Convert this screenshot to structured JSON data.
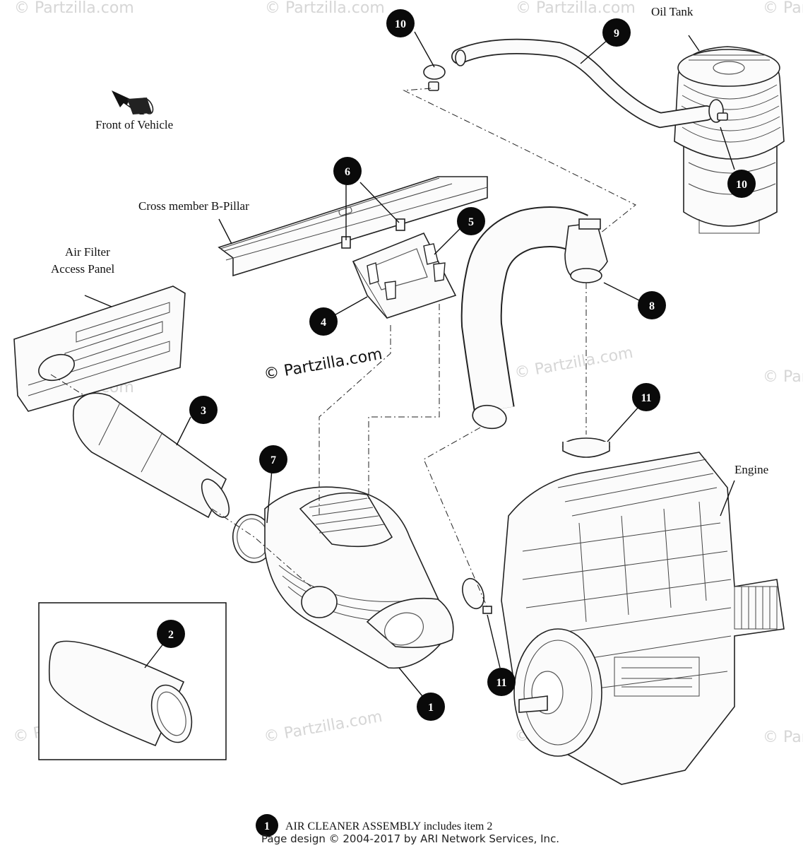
{
  "labels": {
    "oil_tank": "Oil Tank",
    "front_of_vehicle": "Front of Vehicle",
    "cross_member": "Cross member B-Pillar",
    "air_filter_line1": "Air Filter",
    "air_filter_line2": "Access Panel",
    "engine": "Engine"
  },
  "callouts": {
    "c1": "1",
    "c2": "2",
    "c3": "3",
    "c4": "4",
    "c5": "5",
    "c6": "6",
    "c7": "7",
    "c8": "8",
    "c9": "9",
    "c10a": "10",
    "c10b": "10",
    "c11a": "11",
    "c11b": "11"
  },
  "watermark": {
    "main": "© Partzilla.com",
    "faded": "© Partzilla.com"
  },
  "footer": {
    "note_number": "1",
    "note_text": "AIR CLEANER ASSEMBLY includes item 2",
    "copyright": "Page design © 2004-2017 by ARI Network Services, Inc."
  },
  "colors": {
    "callout_fill": "#0a0a0a",
    "line": "#222222",
    "watermark": "#d6d6d6"
  }
}
